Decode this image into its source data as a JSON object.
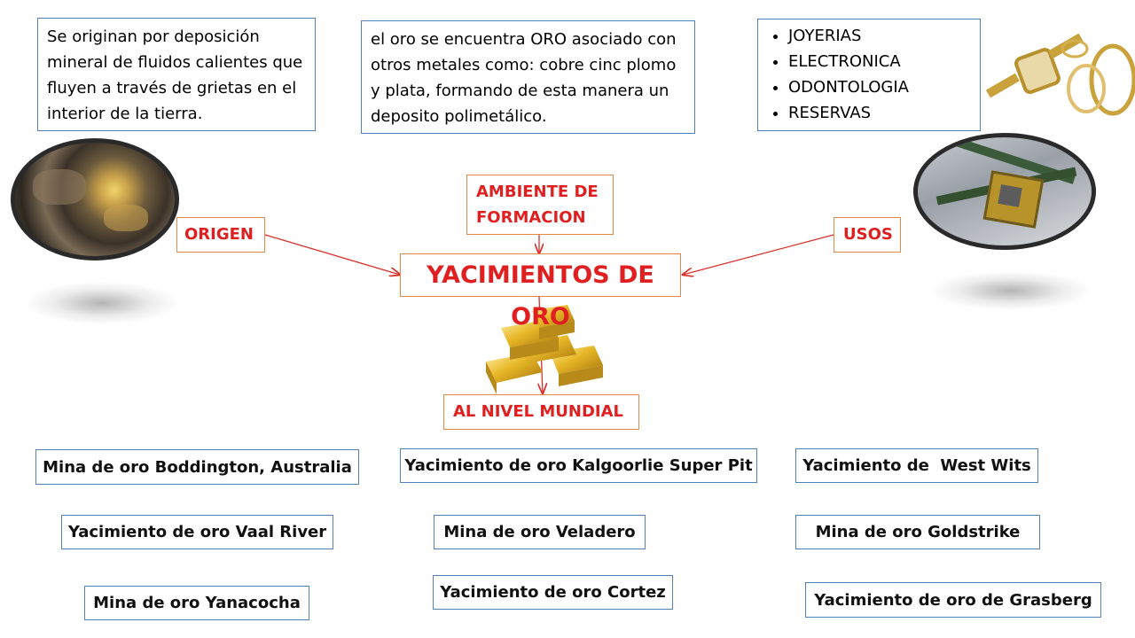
{
  "origen_text": "Se originan por deposición mineral de fluidos calientes que fluyen a través de grietas en el interior de la tierra.",
  "ambiente_text": "el oro se encuentra ORO asociado con otros metales como: cobre cinc plomo y plata, formando de esta manera un deposito polimetálico.",
  "usos_list": [
    "JOYERIAS",
    "ELECTRONICA",
    "ODONTOLOGIA",
    "RESERVAS"
  ],
  "center_title": "YACIMIENTOS DE ORO",
  "labels": {
    "origen": "ORIGEN",
    "ambiente": "AMBIENTE DE FORMACION",
    "usos": "USOS",
    "nivel": "AL NIVEL MUNDIAL"
  },
  "mines": [
    "Mina de oro Boddington, Australia",
    "Yacimiento de oro Kalgoorlie Super Pit",
    "Yacimiento de  West Wits",
    "Yacimiento de oro Vaal River",
    "Mina de oro Veladero",
    "Mina de oro Goldstrike",
    "Mina de oro Yanacocha",
    "Yacimiento de oro Cortez",
    "Yacimiento de oro de Grasberg"
  ],
  "colors": {
    "accent_red": "#e02020",
    "box_blue": "#4f81bd",
    "box_orange": "#e0894a",
    "arrow": "#d9302a"
  },
  "images": [
    "gold-ore-rock-photo",
    "gold-bars-photo",
    "gold-jewelry-photo",
    "computer-chip-photo"
  ]
}
